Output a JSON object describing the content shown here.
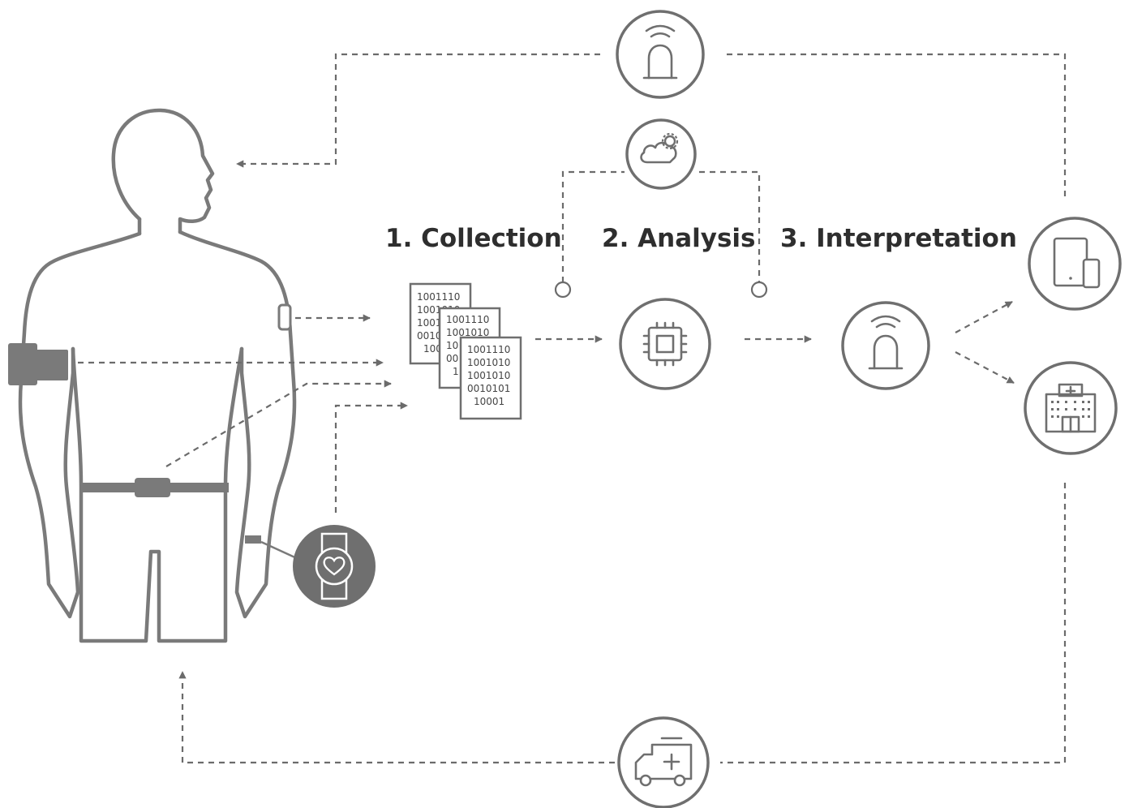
{
  "stages": {
    "collection": "1. Collection",
    "analysis": "2. Analysis",
    "interpretation": "3. Interpretation"
  },
  "documents": [
    [
      "1001110",
      "1001010",
      "1001",
      "0010",
      "100"
    ],
    [
      "1001110",
      "1001010",
      "10",
      "00",
      "1"
    ],
    [
      "1001110",
      "1001010",
      "1001010",
      "0010101",
      "10001"
    ]
  ],
  "icons": {
    "alarm_top": "alarm-bell-icon",
    "cloud": "cloud-gear-icon",
    "processor": "cpu-chip-icon",
    "alarm_middle": "alarm-bell-icon",
    "tablet": "tablet-phone-icon",
    "hospital": "hospital-icon",
    "ambulance": "ambulance-icon",
    "watch": "smartwatch-heart-icon"
  },
  "colors": {
    "line": "#6b6b6b",
    "text": "#2e2e2e",
    "device": "#6f6f6f"
  }
}
